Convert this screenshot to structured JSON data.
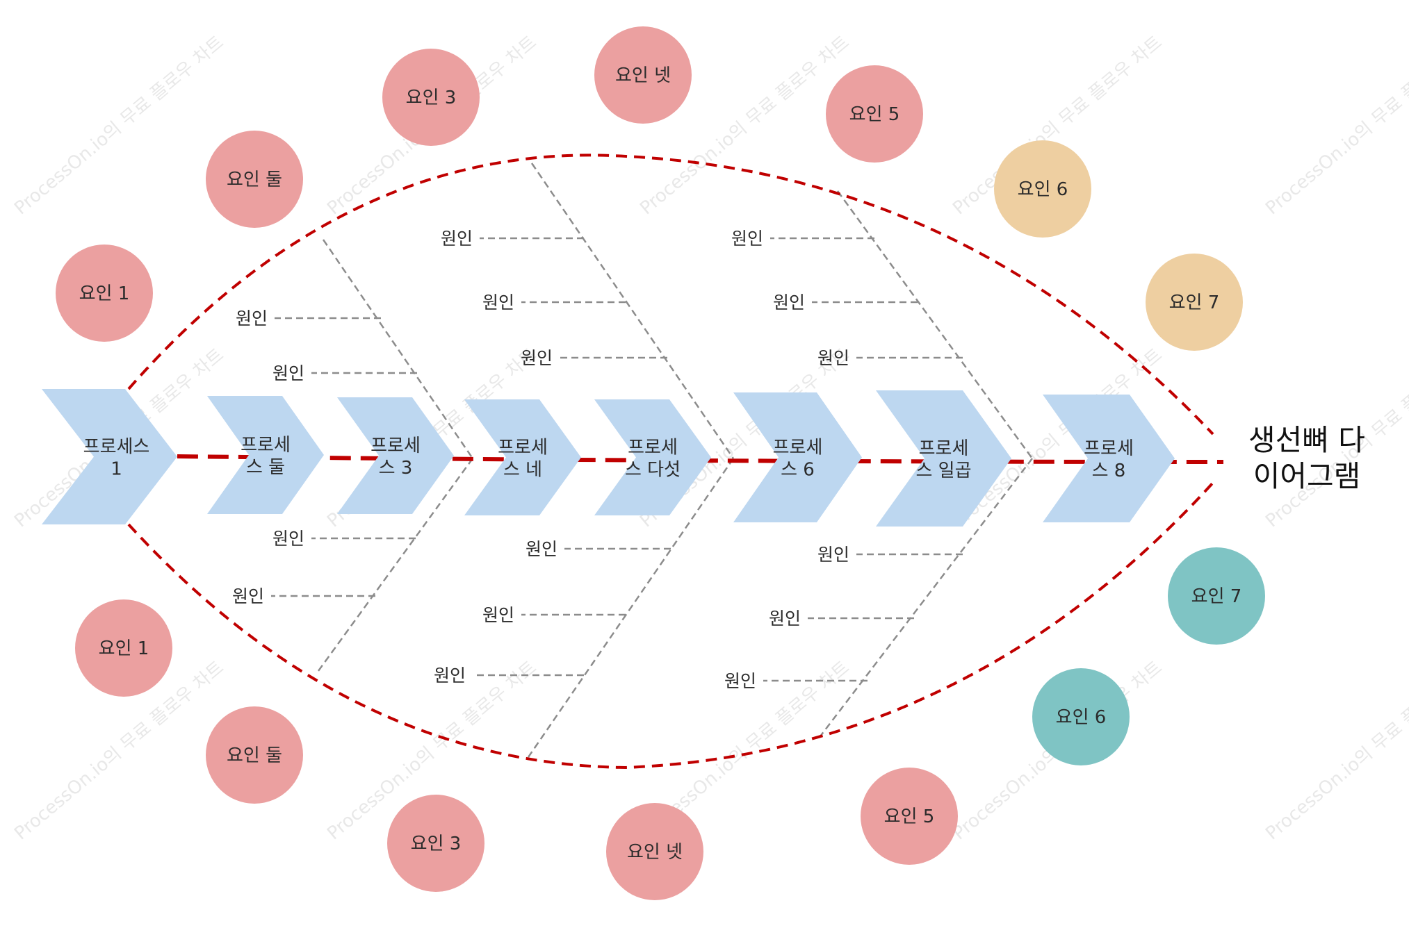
{
  "colors": {
    "spine": "#c00000",
    "bone": "#8c8c8c",
    "process": "#bdd7f0",
    "factor_pink": "#eba0a0",
    "factor_tan": "#eecfa1",
    "factor_teal": "#7fc4c4"
  },
  "watermark": "ProcessOn.io의 무료 플로우 차트",
  "title": {
    "line1": "생선뼈 다",
    "line2": "이어그램"
  },
  "processes": [
    {
      "line1": "프로세스",
      "line2": "1"
    },
    {
      "line1": "프로세",
      "line2": "스 둘"
    },
    {
      "line1": "프로세",
      "line2": "스 3"
    },
    {
      "line1": "프로세",
      "line2": "스 네"
    },
    {
      "line1": "프로세",
      "line2": "스 다섯"
    },
    {
      "line1": "프로세",
      "line2": "스 6"
    },
    {
      "line1": "프로세",
      "line2": "스 일곱"
    },
    {
      "line1": "프로세",
      "line2": "스 8"
    }
  ],
  "factors_top": [
    {
      "label": "요인 1",
      "color": "pink"
    },
    {
      "label": "요인 둘",
      "color": "pink"
    },
    {
      "label": "요인 3",
      "color": "pink"
    },
    {
      "label": "요인 넷",
      "color": "pink"
    },
    {
      "label": "요인 5",
      "color": "pink"
    },
    {
      "label": "요인 6",
      "color": "tan"
    },
    {
      "label": "요인 7",
      "color": "tan"
    }
  ],
  "factors_bottom": [
    {
      "label": "요인 1",
      "color": "pink"
    },
    {
      "label": "요인 둘",
      "color": "pink"
    },
    {
      "label": "요인 3",
      "color": "pink"
    },
    {
      "label": "요인 넷",
      "color": "pink"
    },
    {
      "label": "요인 5",
      "color": "pink"
    },
    {
      "label": "요인 6",
      "color": "teal"
    },
    {
      "label": "요인 7",
      "color": "teal"
    }
  ],
  "cause_label": "원인"
}
